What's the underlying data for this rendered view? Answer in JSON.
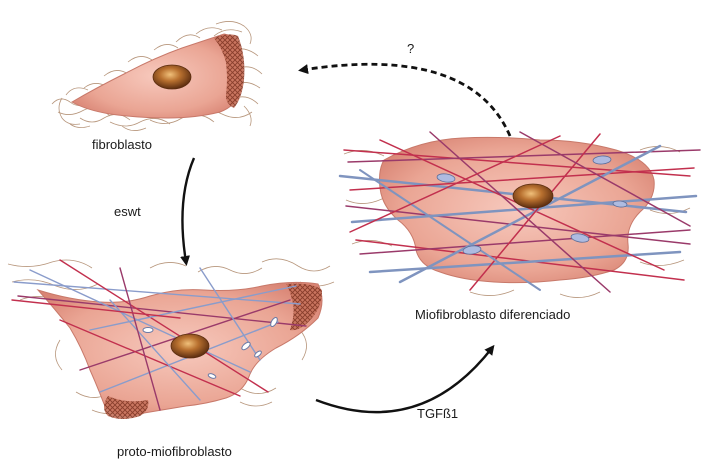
{
  "labels": {
    "fibroblast": "fibroblasto",
    "eswt": "eswt",
    "proto": "proto-miofibroblasto",
    "myofibroblast": "Miofibroblasto diferenciado",
    "tgf": "TGFß1",
    "question": "?"
  },
  "colors": {
    "cell_fill": "#eaa594",
    "cell_edge": "#c8796a",
    "nucleus": "#8a4a1c",
    "nucleus_highlight": "#d79a55",
    "adhesion": "#a0503a",
    "fiber_red": "#c2304e",
    "fiber_blue": "#7f94bf",
    "fiber_purple": "#9a3a6a",
    "fibril_tan": "#b7967c",
    "arrow": "#111111"
  }
}
